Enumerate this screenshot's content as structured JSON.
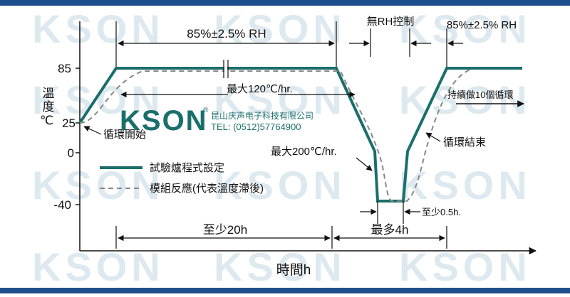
{
  "watermark": "KSON",
  "axis": {
    "y_title": "溫度℃",
    "x_title": "時間h",
    "y_ticks": [
      "85",
      "25",
      "0",
      "-40"
    ]
  },
  "labels": {
    "rh_top_left": "85%±2.5% RH",
    "rh_top_right": "85%±2.5% RH",
    "no_rh": "無RH控制",
    "max_120": "最大120℃/hr.",
    "cont_10": "持續做10個循環",
    "cycle_start": "循環開始",
    "cycle_end": "循環結束",
    "max_200": "最大200℃/hr.",
    "min_05": "至少0.5h.",
    "min_20": "至少20h",
    "max_4": "最多4h"
  },
  "legend": {
    "program": "試驗爐程式設定",
    "reaction": "模組反應(代表溫度滯後)"
  },
  "company": {
    "logo": "KSON",
    "registered": "®",
    "name_cn": "昆山庆声电子科技有限公司",
    "tel": "TEL: (0512)57764900"
  },
  "colors": {
    "program_line": "#1b6e6a",
    "reaction_line": "#888888",
    "axis": "#111111",
    "banner": "#1e4f8c",
    "watermark": "#dde9ef"
  }
}
